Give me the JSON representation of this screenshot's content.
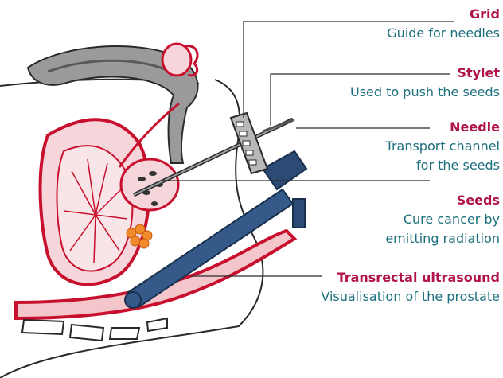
{
  "labels": [
    {
      "title": "Grid",
      "desc": [
        "Guide for needles"
      ]
    },
    {
      "title": "Stylet",
      "desc": [
        "Used to push the seeds"
      ]
    },
    {
      "title": "Needle",
      "desc": [
        "Transport channel",
        "for the seeds"
      ]
    },
    {
      "title": "Seeds",
      "desc": [
        "Cure cancer by",
        "emitting radiation"
      ]
    },
    {
      "title": "Transrectal ultrasound",
      "desc": [
        "Visualisation of the prostate"
      ]
    }
  ],
  "colors": {
    "title": "#b0124c",
    "description": "#1c6f7d",
    "tissue_red": "#c8102e",
    "tissue_pink": "#f3c6cc",
    "instrument_blue": "#355a8a",
    "seed_orange": "#f08a2a"
  }
}
